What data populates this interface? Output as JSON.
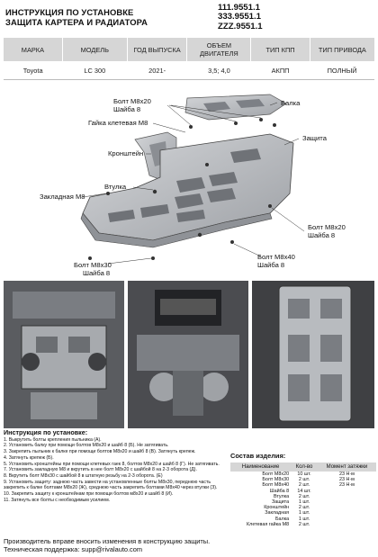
{
  "header": {
    "title_line1": "ИНСТРУКЦИЯ ПО УСТАНОВКЕ",
    "title_line2": "ЗАЩИТА КАРТЕРА И РАДИАТОРА",
    "codes": [
      "111.9551.1",
      "333.9551.1",
      "ZZZ.9551.1"
    ]
  },
  "spec_table": {
    "headers": [
      "МАРКА",
      "МОДЕЛЬ",
      "ГОД ВЫПУСКА",
      "ОБЪЕМ ДВИГАТЕЛЯ",
      "ТИП КПП",
      "ТИП ПРИВОДА"
    ],
    "row": [
      "Toyota",
      "LC 300",
      "2021-",
      "3,5; 4,0",
      "АКПП",
      "ПОЛНЫЙ"
    ]
  },
  "drawing_labels": {
    "bolt_top": "Болт М8х20",
    "washer_top": "Шайба 8",
    "cage_nut": "Гайка клетевая М8",
    "bracket_right": "Балка",
    "bracket_left": "Кронштейн",
    "guard": "Защита",
    "bushing": "Втулка",
    "embedded": "Закладная М8",
    "bolt_right": "Болт М8х20",
    "washer_right": "Шайба 8",
    "bolt_m8x40": "Болт М8х40",
    "washer_m8x40": "Шайба 8",
    "bolt_bottom": "Болт М8х30",
    "washer_bottom": "Шайба 8"
  },
  "instructions": {
    "title": "Инструкция по установке:",
    "steps": [
      "1. Выкрутить болты крепления пыльника (А).",
      "2. Установить балку при помощи болтов М8х20 и шайб 8 (Б). Не затягивать.",
      "3. Закрепить пыльник к балке при помощи болтов М8х20 и шайб 8 (В). Затянуть крепеж.",
      "4. Затянуть крепеж (Б).",
      "5. Установить кронштейны при помощи клетевых гаек 8, болтов М8х20 и шайб 8 (Г). Не затягивать.",
      "7. Установить закладную М8 и вкрутить в нее болт М8х20 с шайбой 8 на 2-3 оборота (Д).",
      "8. Вкрутить болт М8х30 с шайбой 8 в штатную резьбу на 2-3 оборота. (Е)",
      "9. Установить защиту: заднюю часть завести на установленные болты М8х30, переднюю часть закрепить к балке болтами М8х20 (Ж), среднюю часть закрепить болтами М8х40 через втулки (З).",
      "10. Закрепить защиту к кронштейнам при помощи болтов м8х20 и шайб 8 (И).",
      "11. Затянуть все болты с необходимым усилием."
    ]
  },
  "components": {
    "title": "Состав изделия:",
    "headers": [
      "Наименование",
      "Кол-во",
      "Момент затяжки"
    ],
    "rows": [
      [
        "Болт М8х20",
        "10 шт.",
        "23 Н·м"
      ],
      [
        "Болт М8х30",
        "2 шт.",
        "23 Н·м"
      ],
      [
        "Болт М8х40",
        "2 шт.",
        "23 Н·м"
      ],
      [
        "Шайба 8",
        "14 шт.",
        ""
      ],
      [
        "Втулка",
        "2 шт.",
        ""
      ],
      [
        "Защита",
        "1 шт.",
        ""
      ],
      [
        "Кронштейн",
        "2 шт.",
        ""
      ],
      [
        "Закладная",
        "1 шт.",
        ""
      ],
      [
        "Балка",
        "1 шт.",
        ""
      ],
      [
        "Клетевая гайка М8",
        "2 шт.",
        ""
      ]
    ]
  },
  "footer": {
    "line1": "Производитель вправе вносить изменения в конструкцию защиты.",
    "line2": "Техническая поддержка: supp@rivalauto.com"
  },
  "colors": {
    "table_header": "#d6d6d6",
    "metal": "#b9bcc0",
    "photo_dark": "#3a3b3e"
  }
}
